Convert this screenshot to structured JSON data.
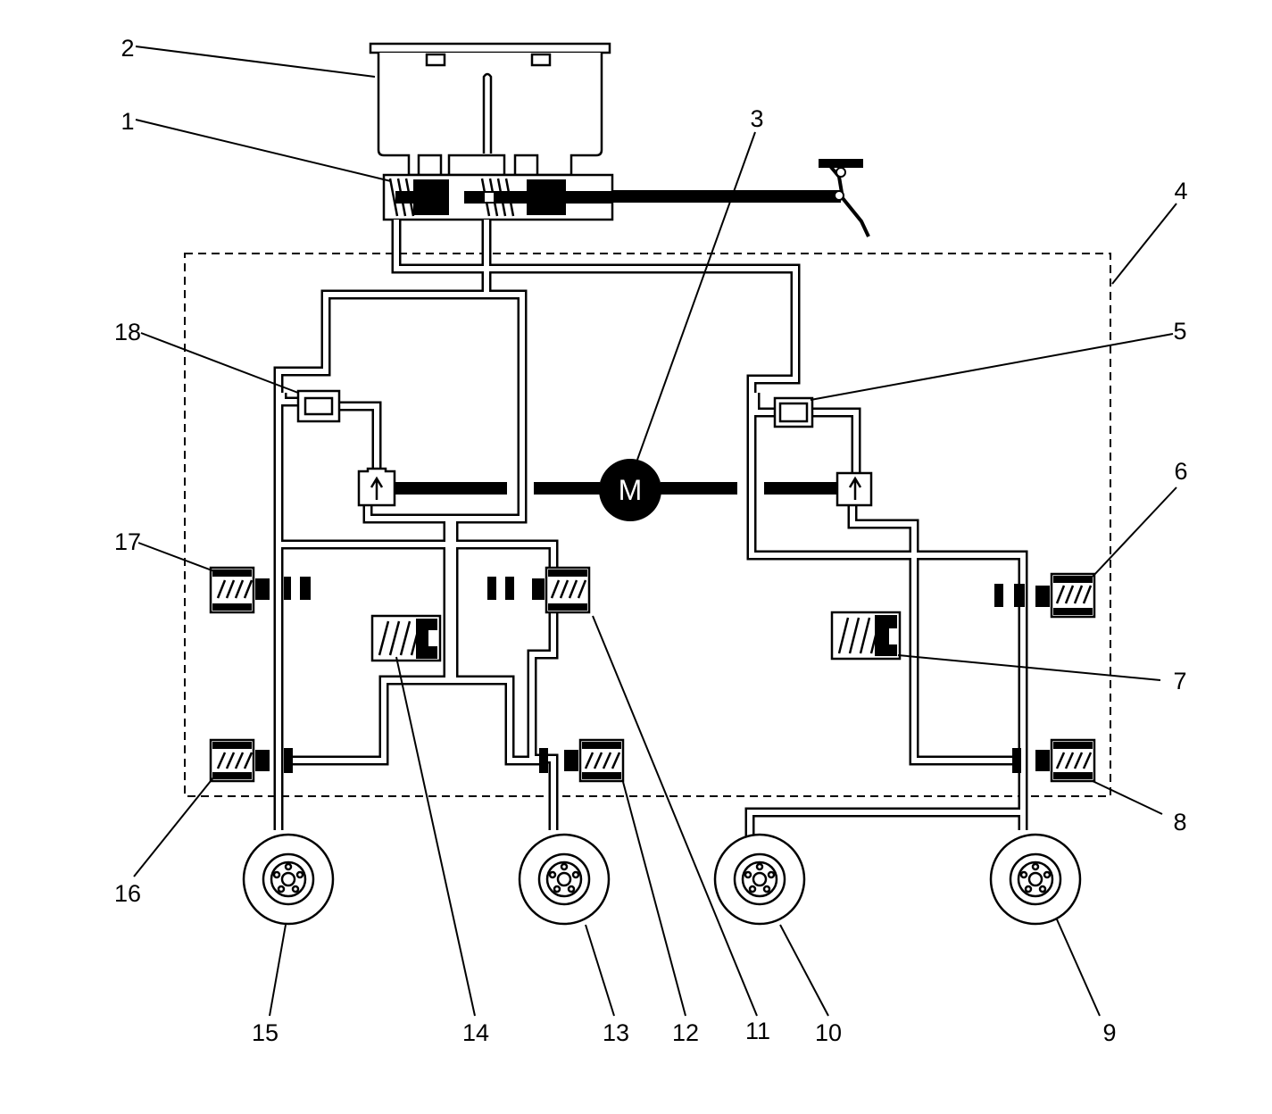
{
  "diagram": {
    "motor_symbol": "M",
    "callouts": [
      {
        "id": "c1",
        "text": "1"
      },
      {
        "id": "c2",
        "text": "2"
      },
      {
        "id": "c3",
        "text": "3"
      },
      {
        "id": "c4",
        "text": "4"
      },
      {
        "id": "c5",
        "text": "5"
      },
      {
        "id": "c6",
        "text": "6"
      },
      {
        "id": "c7",
        "text": "7"
      },
      {
        "id": "c8",
        "text": "8"
      },
      {
        "id": "c9",
        "text": "9"
      },
      {
        "id": "c10",
        "text": "10"
      },
      {
        "id": "c11",
        "text": "11"
      },
      {
        "id": "c12",
        "text": "12"
      },
      {
        "id": "c13",
        "text": "13"
      },
      {
        "id": "c14",
        "text": "14"
      },
      {
        "id": "c15",
        "text": "15"
      },
      {
        "id": "c16",
        "text": "16"
      },
      {
        "id": "c17",
        "text": "17"
      },
      {
        "id": "c18",
        "text": "18"
      }
    ]
  },
  "colors": {
    "line": "#000000",
    "background": "#ffffff"
  }
}
